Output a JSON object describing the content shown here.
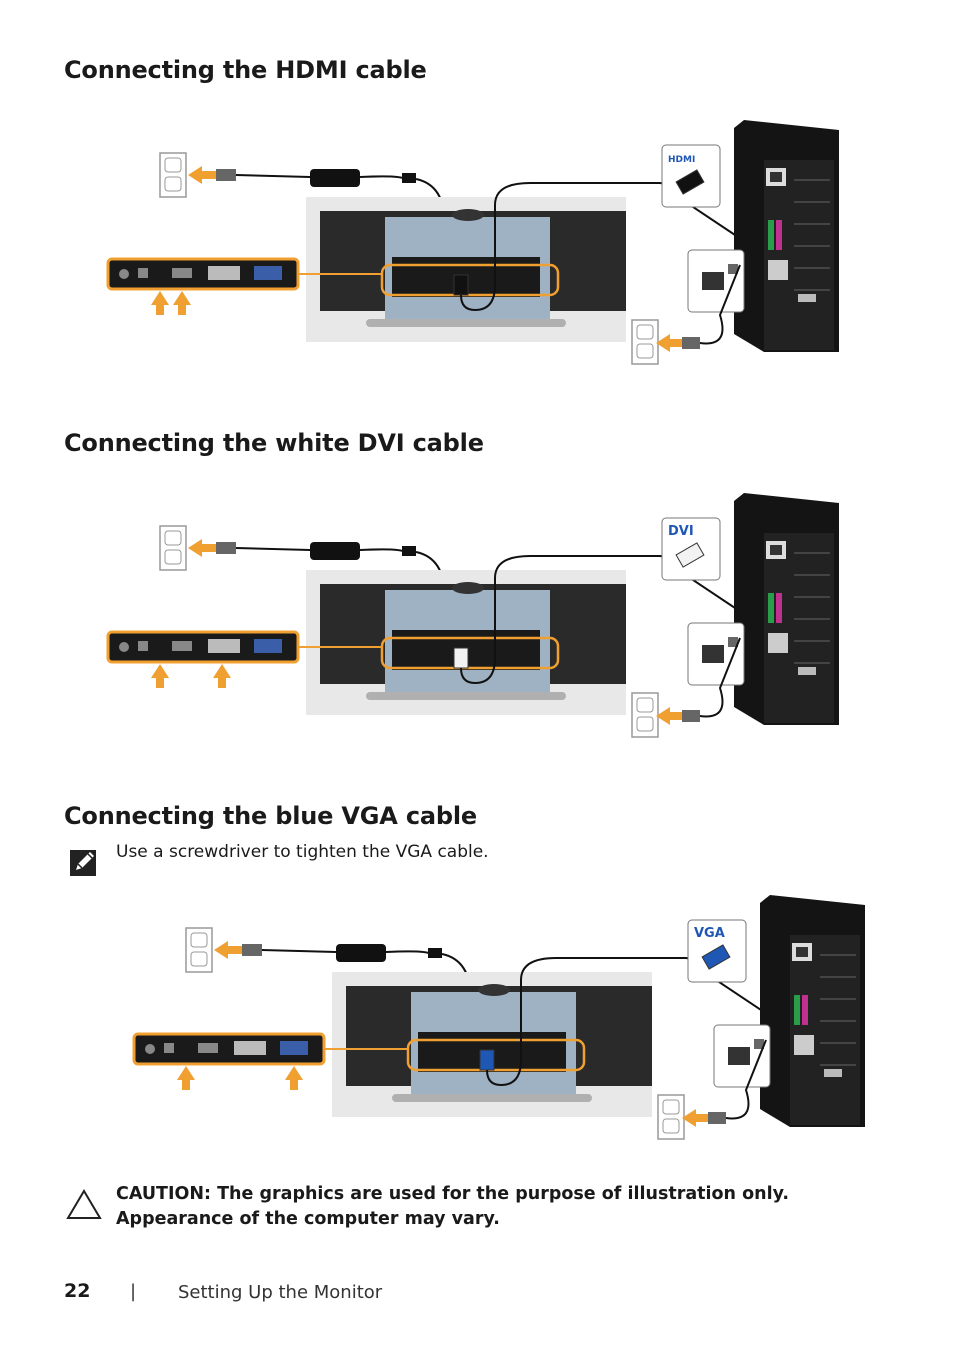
{
  "sections": [
    {
      "title": "Connecting the HDMI cable",
      "cable_label": "HDMI"
    },
    {
      "title": "Connecting the white DVI cable",
      "cable_label": "DVI"
    },
    {
      "title": "Connecting the blue VGA cable",
      "cable_label": "VGA"
    }
  ],
  "note": {
    "icon": "note-pencil-icon",
    "text": "Use a screwdriver to tighten the VGA cable."
  },
  "caution": {
    "icon": "caution-triangle-icon",
    "text": "CAUTION: The graphics are used for the purpose of illustration only. Appearance of the computer may vary."
  },
  "footer": {
    "page_number": "22",
    "separator": "|",
    "section_title": "Setting Up the Monitor"
  },
  "colors": {
    "highlight": "#f0a030",
    "cable_blue": "#1f57b5",
    "arrow": "#f0a030"
  }
}
